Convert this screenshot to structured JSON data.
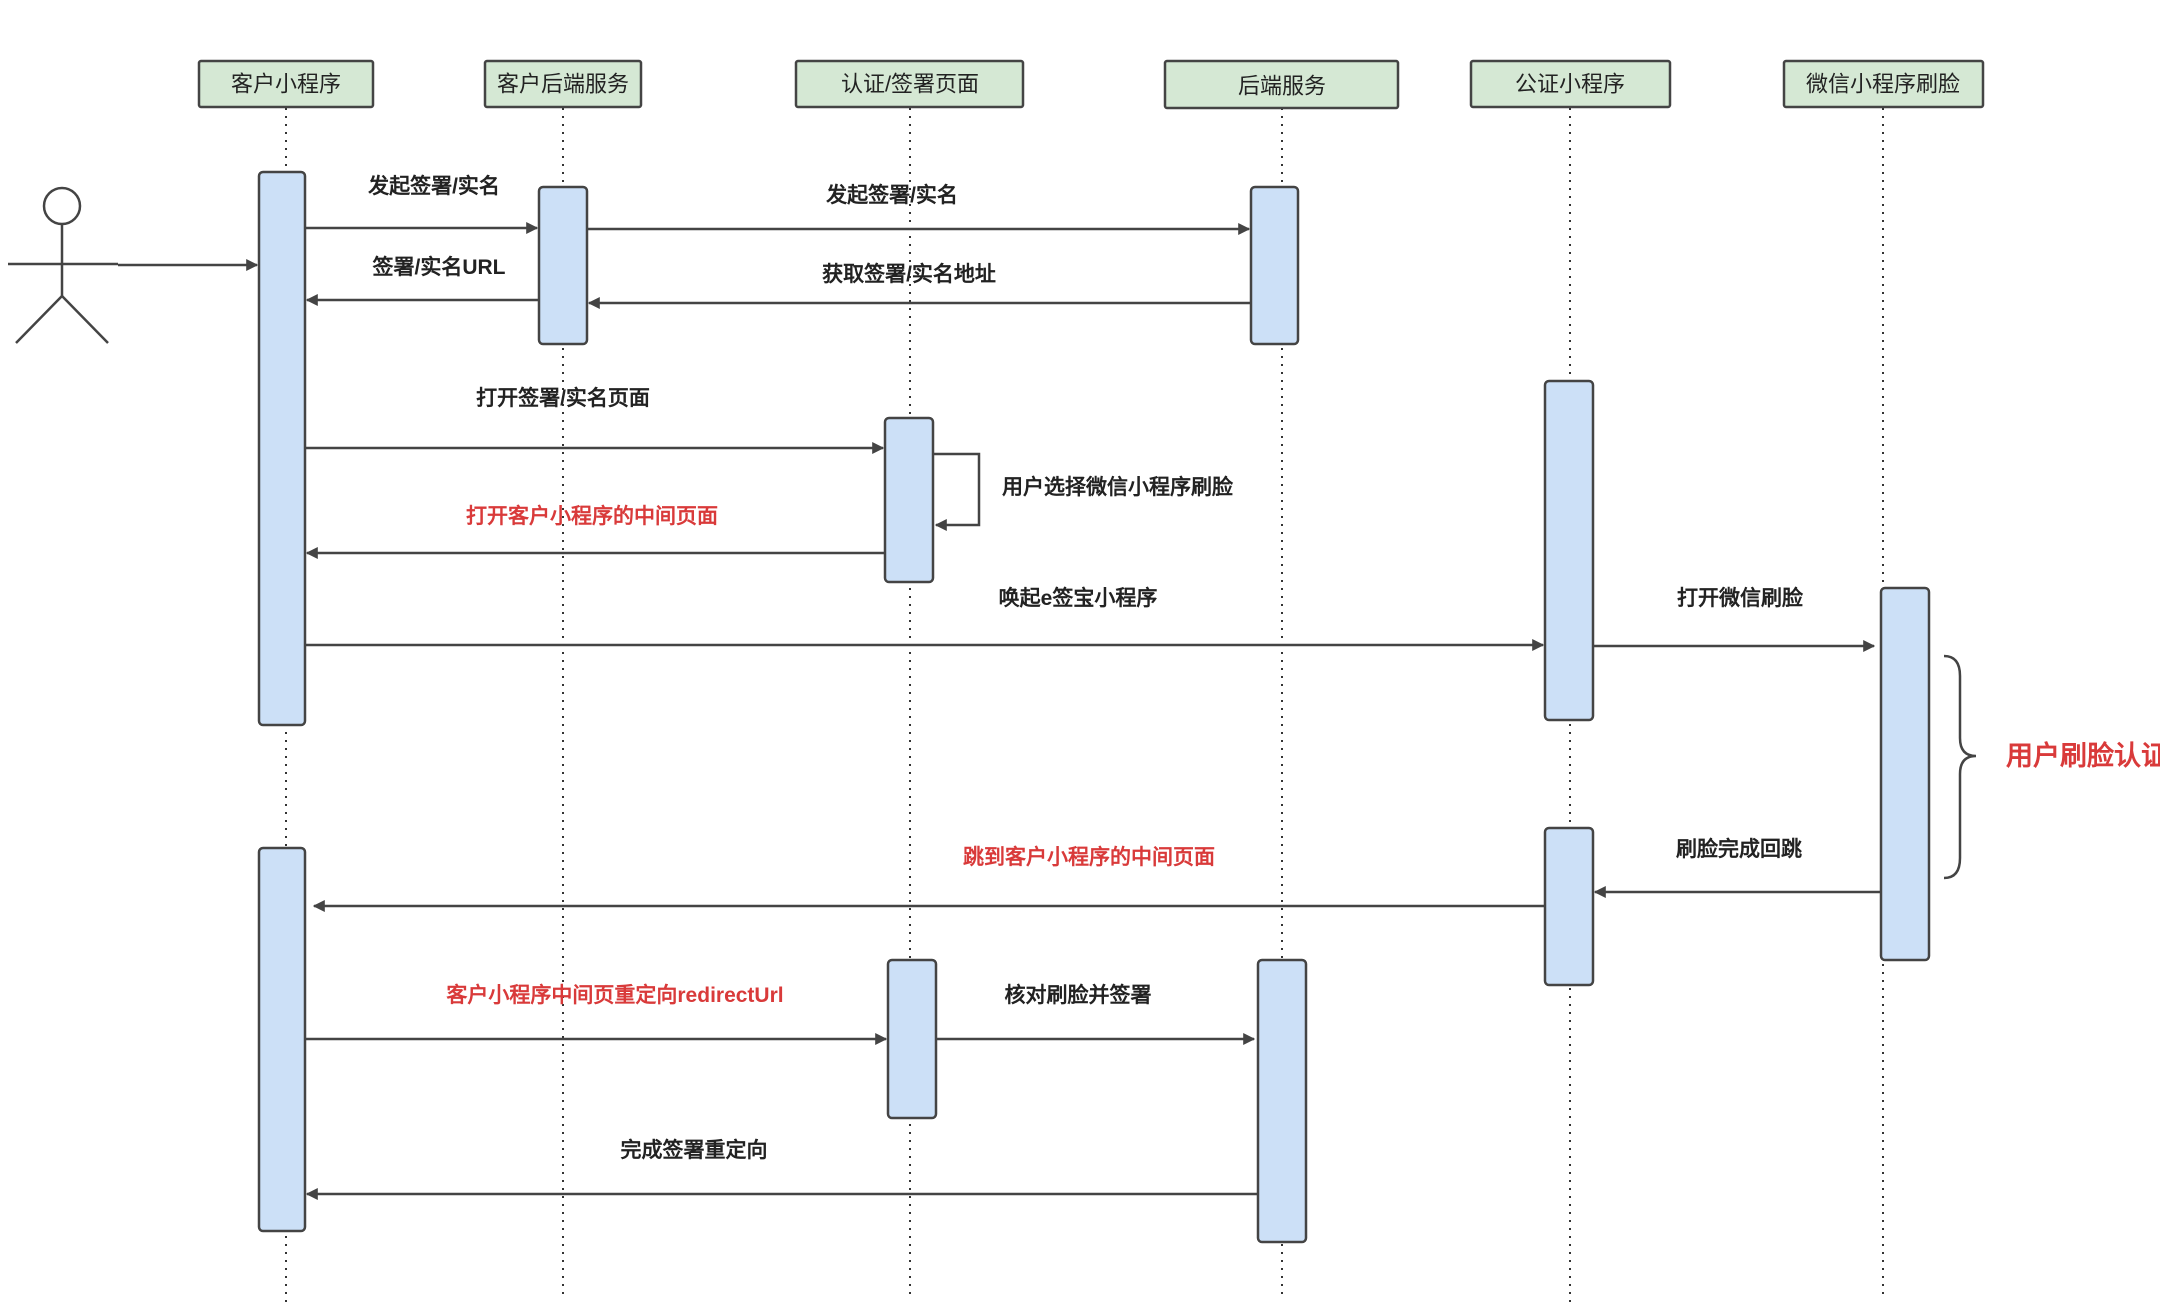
{
  "participants": [
    {
      "id": "customer_mp",
      "label": "客户小程序"
    },
    {
      "id": "customer_backend",
      "label": "客户后端服务"
    },
    {
      "id": "auth_sign_page",
      "label": "认证/签署页面"
    },
    {
      "id": "backend",
      "label": "后端服务"
    },
    {
      "id": "notary_mp",
      "label": "公证小程序"
    },
    {
      "id": "wechat_face",
      "label": "微信小程序刷脸"
    }
  ],
  "messages": [
    {
      "from": "actor",
      "to": "customer_mp",
      "label": ""
    },
    {
      "from": "customer_mp",
      "to": "customer_backend",
      "label": "发起签署/实名",
      "color": "#222222"
    },
    {
      "from": "customer_backend",
      "to": "backend",
      "label": "发起签署/实名",
      "color": "#222222"
    },
    {
      "from": "backend",
      "to": "customer_backend",
      "label": "获取签署/实名地址",
      "color": "#222222"
    },
    {
      "from": "customer_backend",
      "to": "customer_mp",
      "label": "签署/实名URL",
      "color": "#222222"
    },
    {
      "from": "customer_mp",
      "to": "auth_sign_page",
      "label": "打开签署/实名页面",
      "color": "#222222"
    },
    {
      "from": "auth_sign_page",
      "to": "auth_sign_page",
      "label": "用户选择微信小程序刷脸",
      "color": "#222222"
    },
    {
      "from": "auth_sign_page",
      "to": "customer_mp",
      "label": "打开客户小程序的中间页面",
      "color": "#d93a3a"
    },
    {
      "from": "customer_mp",
      "to": "notary_mp",
      "label": "唤起e签宝小程序",
      "color": "#222222"
    },
    {
      "from": "notary_mp",
      "to": "wechat_face",
      "label": "打开微信刷脸",
      "color": "#222222"
    },
    {
      "from": "wechat_face",
      "to": "notary_mp",
      "label": "刷脸完成回跳",
      "color": "#222222"
    },
    {
      "from": "notary_mp",
      "to": "customer_mp",
      "label": "跳到客户小程序的中间页面",
      "color": "#d93a3a"
    },
    {
      "from": "customer_mp",
      "to": "auth_sign_page",
      "label": "客户小程序中间页重定向redirectUrl",
      "color": "#d93a3a"
    },
    {
      "from": "auth_sign_page",
      "to": "backend",
      "label": "核对刷脸并签署",
      "color": "#222222"
    },
    {
      "from": "backend",
      "to": "customer_mp",
      "label": "完成签署重定向",
      "color": "#222222"
    }
  ],
  "notes": [
    {
      "label": "用户刷脸认证",
      "color": "#d93a3a"
    }
  ],
  "colors": {
    "participant_fill": "#d5e8d4",
    "activation_fill": "#cce0f7",
    "line": "#444444"
  }
}
